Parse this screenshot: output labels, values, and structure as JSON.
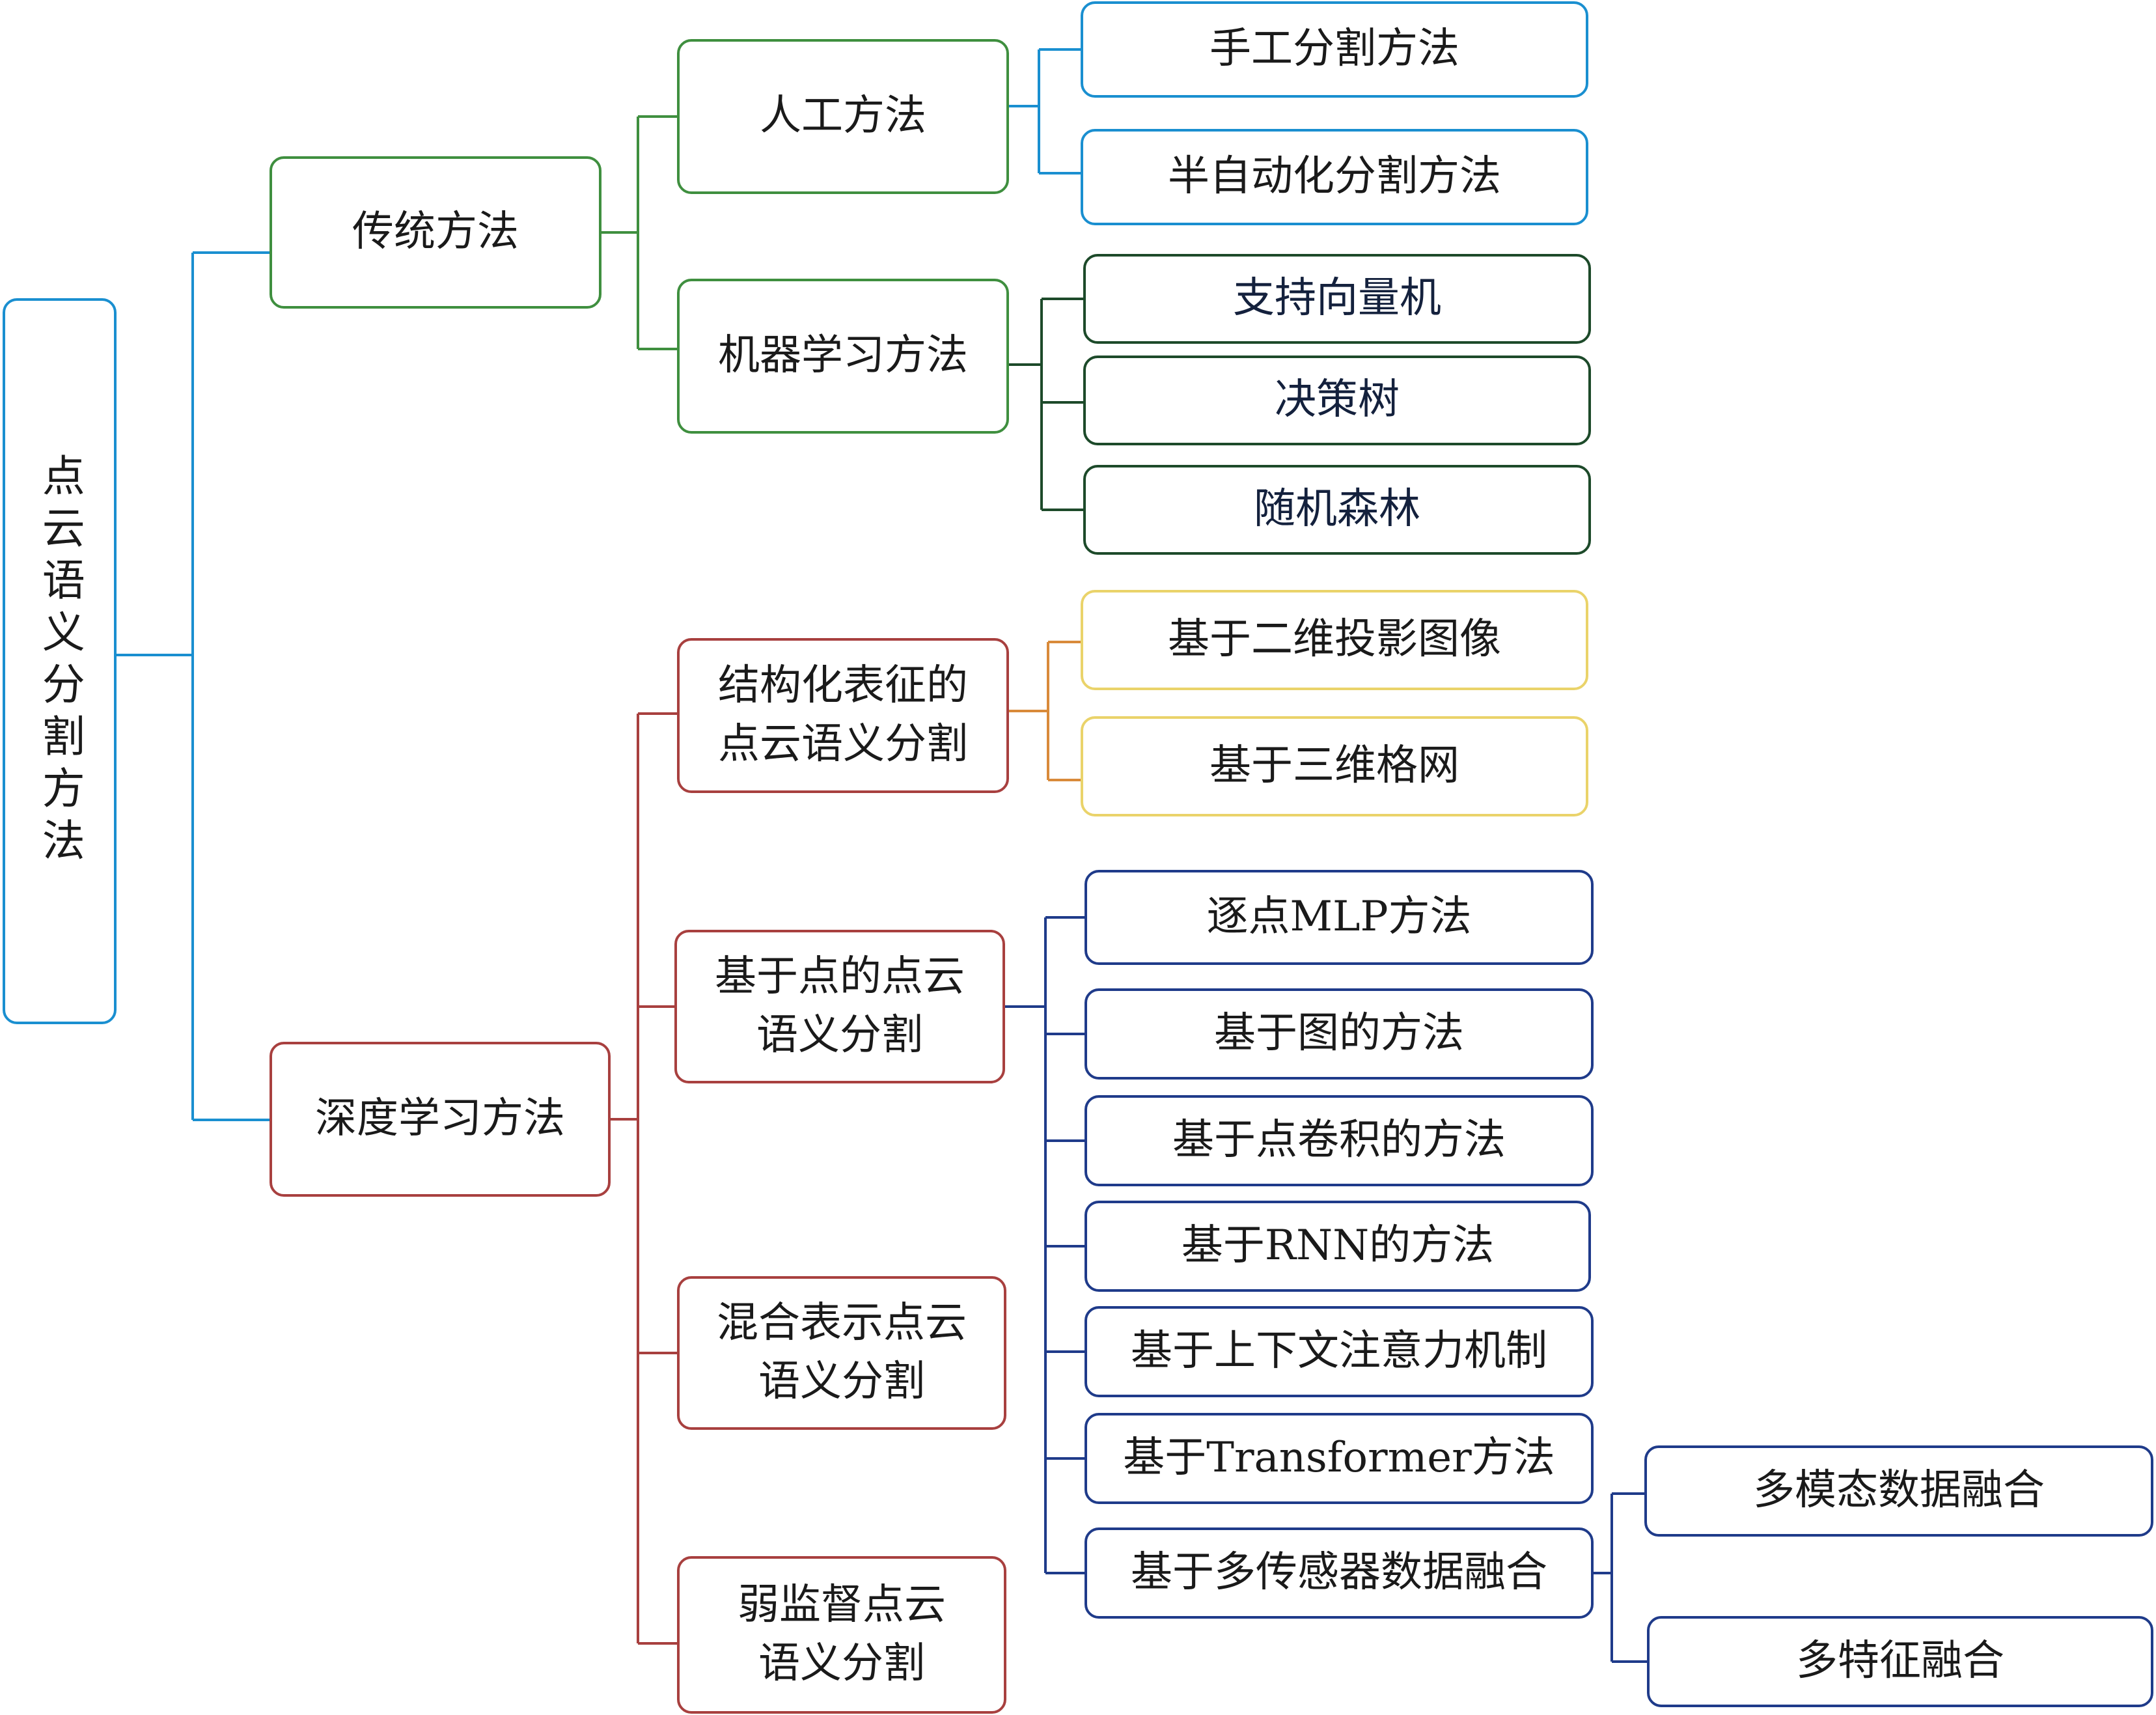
{
  "diagram": {
    "root": "点云语义分割方法",
    "traditional": {
      "label": "传统方法",
      "manual": {
        "label": "人工方法",
        "items": [
          "手工分割方法",
          "半自动化分割方法"
        ]
      },
      "ml": {
        "label": "机器学习方法",
        "items": [
          "支持向量机",
          "决策树",
          "随机森林"
        ]
      }
    },
    "deep": {
      "label": "深度学习方法",
      "structured": {
        "label": "结构化表征的\n点云语义分割",
        "items": [
          "基于二维投影图像",
          "基于三维格网"
        ]
      },
      "point_based": {
        "label": "基于点的点云\n语义分割",
        "items": [
          "逐点MLP方法",
          "基于图的方法",
          "基于点卷积的方法",
          "基于RNN的方法",
          "基于上下文注意力机制",
          "基于Transformer方法",
          "基于多传感器数据融合"
        ],
        "fusion_items": [
          "多模态数据融合",
          "多特征融合"
        ]
      },
      "hybrid": {
        "label": "混合表示点云\n语义分割"
      },
      "weak": {
        "label": "弱监督点云\n语义分割"
      }
    }
  },
  "colors": {
    "root": "#1a8fd0",
    "traditional": "#3f8f3f",
    "manual_leaves": "#1a8fd0",
    "ml_leaves": "#1d4a2a",
    "deep": "#a8403f",
    "structured_leaves": "#ead36a",
    "structured_connector": "#d98a3a",
    "point_leaves": "#1f3b8a"
  }
}
